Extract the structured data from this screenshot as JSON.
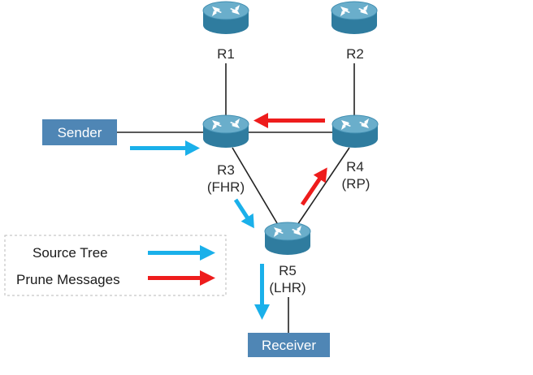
{
  "colors": {
    "router_top": "#6aaecb",
    "router_side": "#2f7c9f",
    "router_glyph": "#ffffff",
    "host_box": "#4f86b5",
    "link": "#222222",
    "source_tree_arrow": "#1ab0ea",
    "prune_arrow": "#ee1c1c",
    "legend_border": "#b8b8b8"
  },
  "routers": {
    "r1": {
      "name": "R1",
      "role": ""
    },
    "r2": {
      "name": "R2",
      "role": ""
    },
    "r3": {
      "name": "R3",
      "role": "(FHR)"
    },
    "r4": {
      "name": "R4",
      "role": "(RP)"
    },
    "r5": {
      "name": "R5",
      "role": "(LHR)"
    }
  },
  "hosts": {
    "sender": "Sender",
    "receiver": "Receiver"
  },
  "legend": {
    "source_tree": "Source Tree",
    "prune_messages": "Prune Messages"
  }
}
